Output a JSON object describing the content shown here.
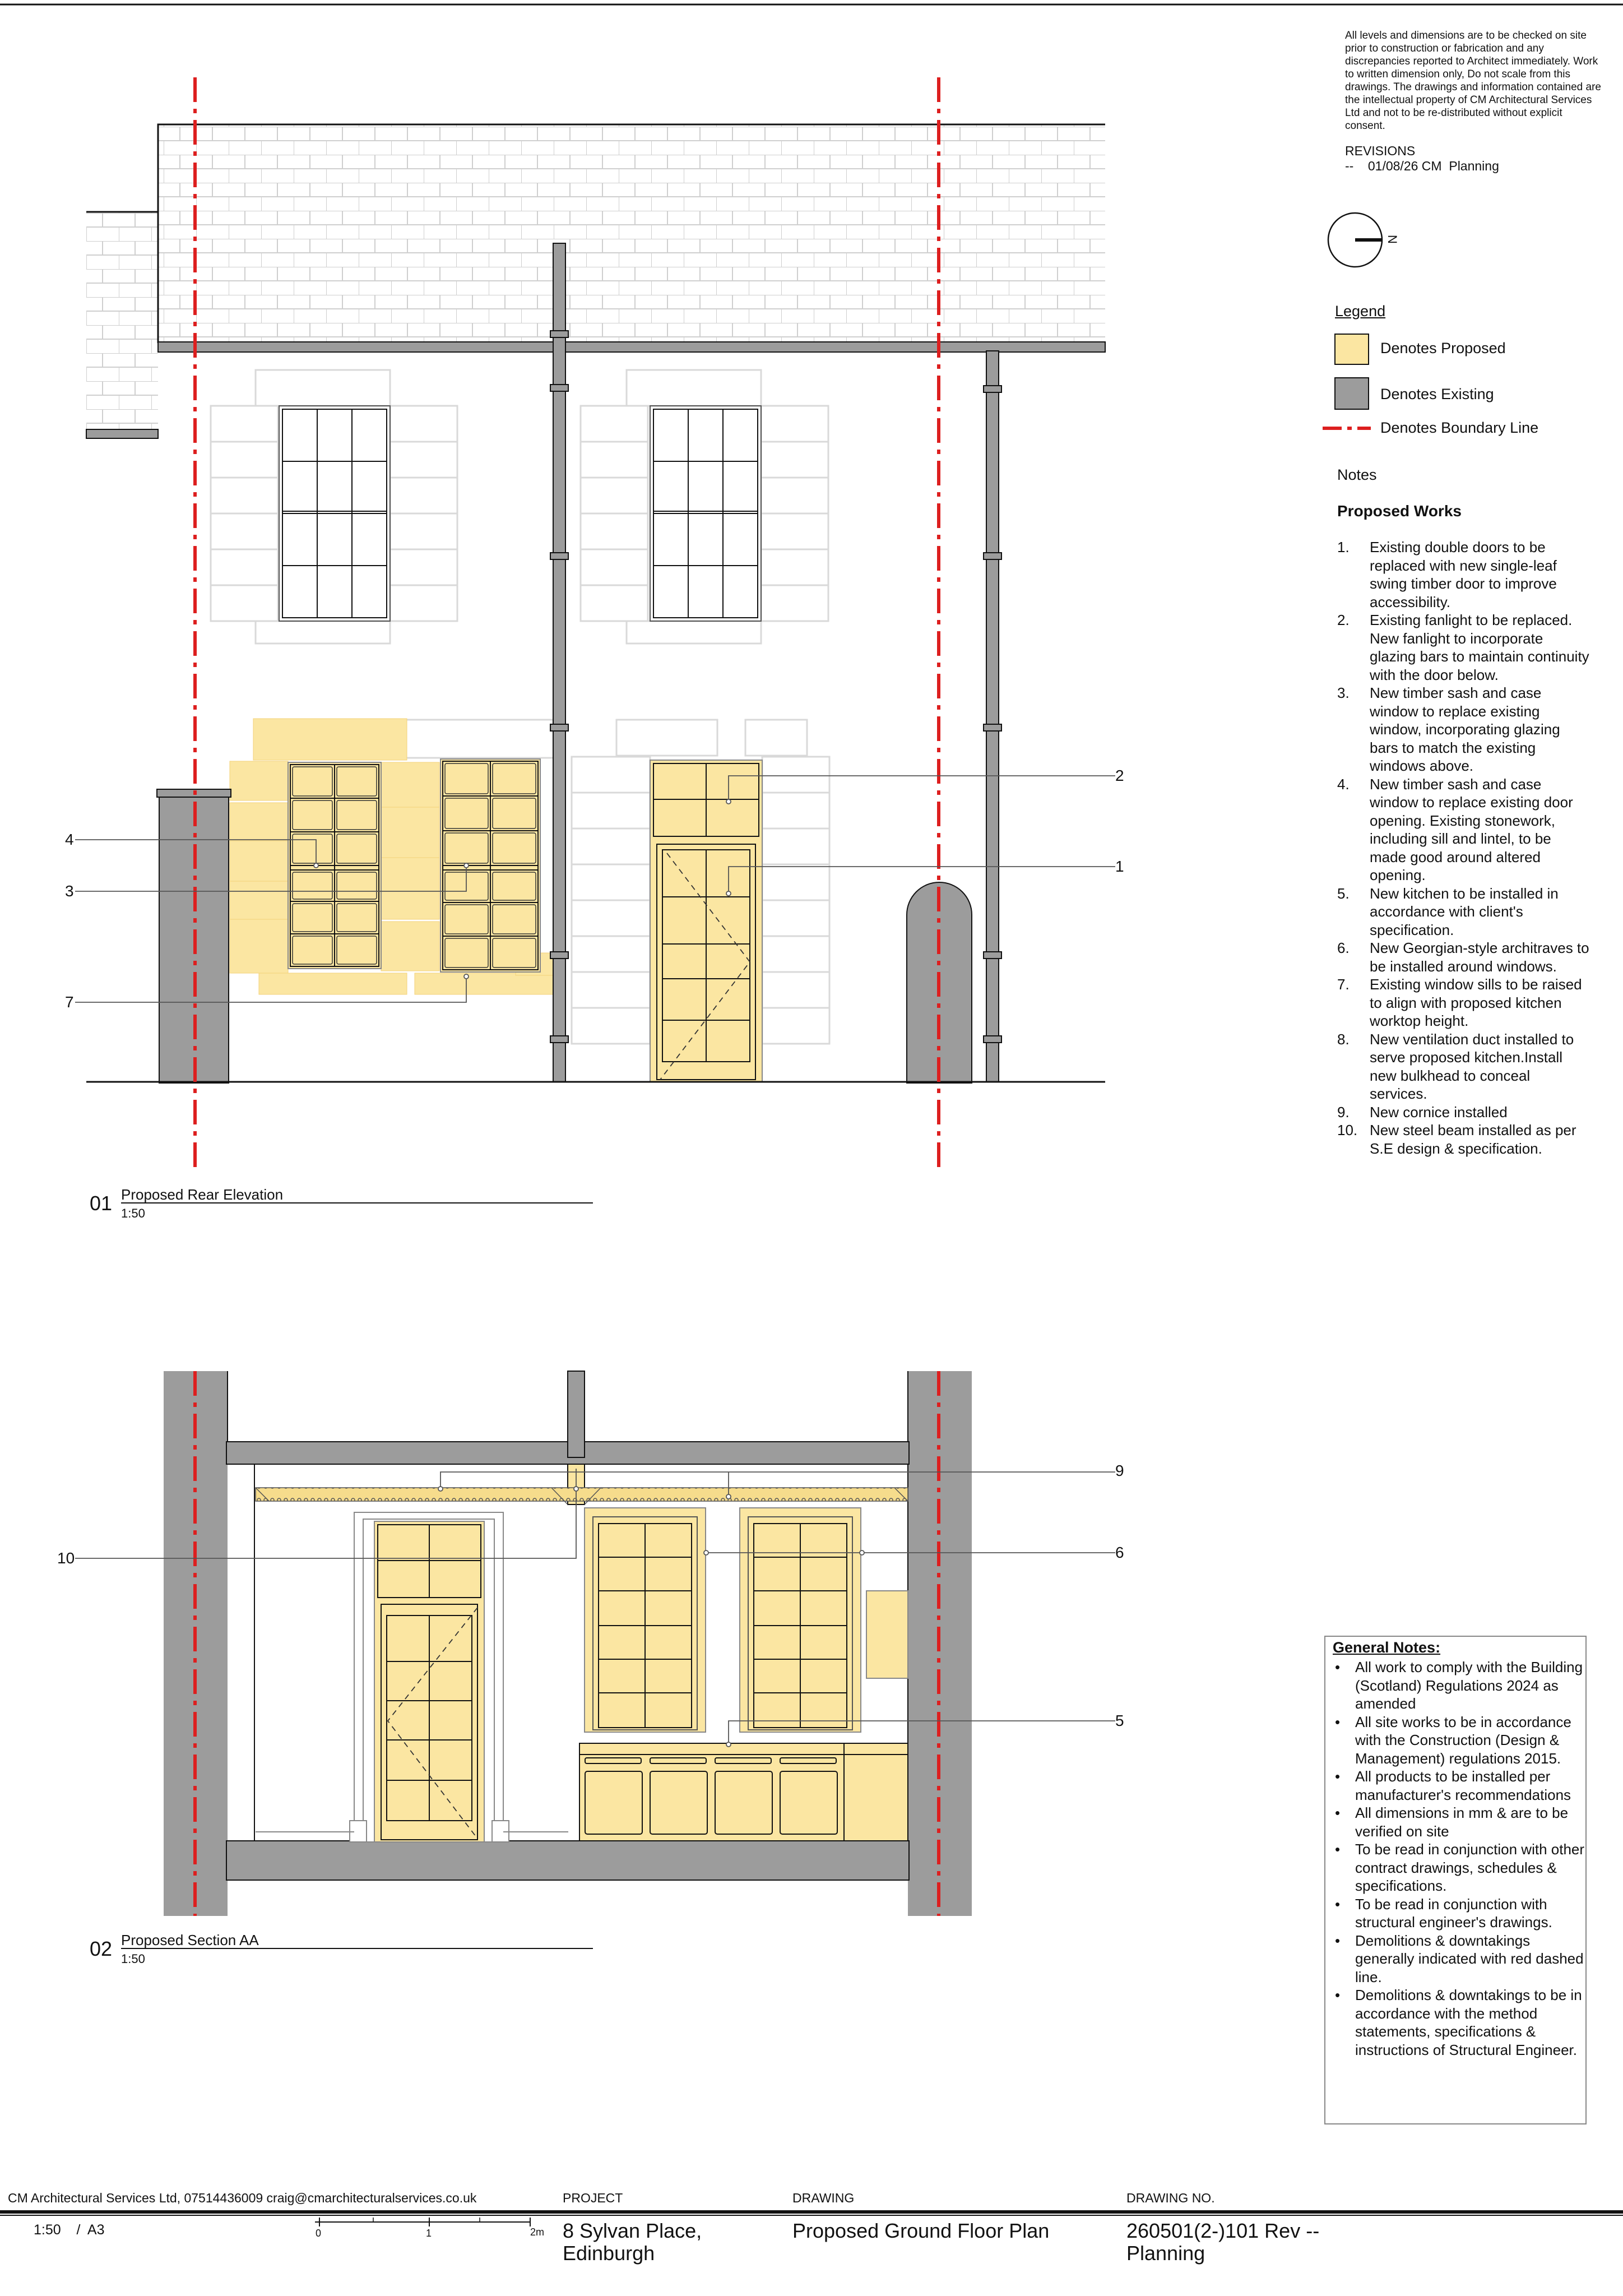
{
  "disclaimer": "All levels and dimensions are to be checked on site prior to construction or fabrication and any discrepancies reported to Architect immediately. Work to written dimension only, Do not scale from this drawings. The drawings and information contained are the intellectual property of CM Architectural Services Ltd and not to be re-distributed without explicit consent.",
  "revisions": {
    "title": "REVISIONS",
    "entries": [
      "--    01/08/26 CM  Planning"
    ]
  },
  "north_arrow": {
    "label": "N"
  },
  "legend": {
    "title": "Legend",
    "items": [
      {
        "label": "Denotes Proposed",
        "color": "#fbe6a2"
      },
      {
        "label": "Denotes Existing",
        "color": "#9c9c9c"
      },
      {
        "label": "Denotes Boundary Line",
        "color": "#dd1f1f"
      }
    ]
  },
  "notes_title": "Notes",
  "proposed_works": {
    "title": "Proposed Works",
    "items": [
      {
        "num": "1.",
        "text": "Existing double doors to be replaced with new single-leaf swing timber door to improve accessibility."
      },
      {
        "num": "2.",
        "text": "Existing fanlight to be replaced. New fanlight to incorporate glazing bars to maintain continuity with the door below."
      },
      {
        "num": "3.",
        "text": "New timber sash and case window to replace existing window, incorporating glazing bars to match the existing windows above."
      },
      {
        "num": "4.",
        "text": "New timber sash and case window to replace existing door opening. Existing stonework, including sill and lintel, to be made good around altered opening."
      },
      {
        "num": "5.",
        "text": "New kitchen to be installed in accordance with client's specification."
      },
      {
        "num": "6.",
        "text": "New Georgian-style architraves to be installed around windows."
      },
      {
        "num": "7.",
        "text": "Existing window sills to be raised to align with proposed kitchen worktop height."
      },
      {
        "num": "8.",
        "text": "New ventilation duct installed to serve proposed kitchen.Install new bulkhead to conceal services."
      },
      {
        "num": "9.",
        "text": "New cornice installed"
      },
      {
        "num": "10.",
        "text": "New steel beam installed as per S.E design & specification."
      }
    ]
  },
  "general_notes": {
    "title": "General Notes:",
    "items": [
      "All work to comply with the Building (Scotland) Regulations 2024 as amended",
      "All site works to be in accordance with the Construction (Design & Management) regulations 2015.",
      "All products to be installed per manufacturer's recommendations",
      "All dimensions in mm & are to be verified on site",
      "To be read in conjunction with other contract drawings, schedules & specifications.",
      "To be read in conjunction with structural engineer's drawings.",
      "Demolitions & downtakings generally indicated with red dashed line.",
      "Demolitions & downtakings to be in accordance with the method statements, specifications & instructions of Structural Engineer."
    ]
  },
  "views": [
    {
      "num": "01",
      "title": "Proposed Rear Elevation",
      "scale": "1:50"
    },
    {
      "num": "02",
      "title": "Proposed Section AA",
      "scale": "1:50"
    }
  ],
  "callouts_elevation": [
    "4",
    "3",
    "7",
    "2",
    "1"
  ],
  "callouts_section": [
    "9",
    "10",
    "6",
    "5"
  ],
  "title_block": {
    "company": "CM Architectural Services Ltd,  07514436009  craig@cmarchitecturalservices.co.uk",
    "scale_sheet": "1:50    /  A3",
    "scale_bar": [
      "0",
      "1",
      "2m"
    ],
    "project_label": "PROJECT",
    "project_line1": "8 Sylvan Place,",
    "project_line2": "Edinburgh",
    "drawing_label": "DRAWING",
    "drawing_value": "Proposed Ground Floor Plan",
    "drawing_no_label": "DRAWING NO.",
    "drawing_no_line1": "260501(2-)101 Rev --",
    "drawing_no_line2": "Planning"
  },
  "colors": {
    "proposed": "#fbe6a2",
    "existing": "#9c9c9c",
    "boundary": "#dd1f1f",
    "line": "#111111"
  }
}
